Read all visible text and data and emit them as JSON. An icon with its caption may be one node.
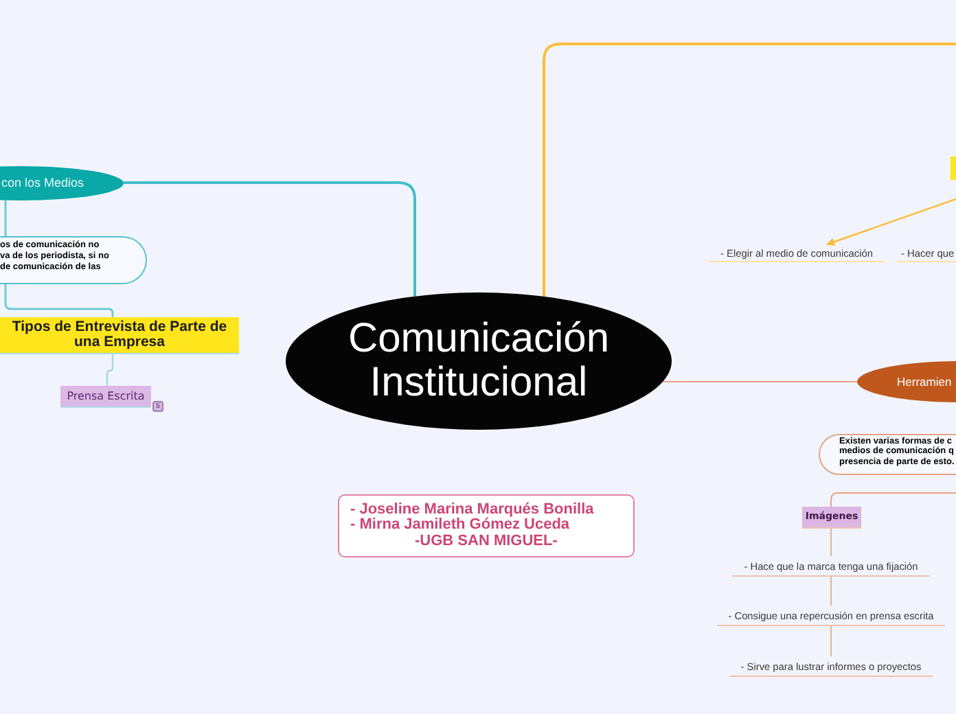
{
  "diagram": {
    "nodes": [
      {
        "text": [
          "Comunicación Institucional"
        ]
      },
      {
        "text": [
          "con los Medios"
        ]
      },
      {
        "text": [
          "os de comunicación no va de los periodista, si no de comunicación de las"
        ]
      },
      {
        "text": [
          "Tipos de Entrevista de Parte de una Empresa"
        ]
      },
      {
        "text": [
          "Prensa Escrita"
        ],
        "beside": [
          "5"
        ]
      },
      {
        "text": [],
        "shape": "box"
      },
      {
        "text": [
          "- Elegir al medio de comunicación"
        ]
      },
      {
        "text": [
          "- Hacer que"
        ]
      },
      {
        "text": [
          "Herramien"
        ]
      },
      {
        "text": [
          "Existen varias formas de c medios de comunicación q presencia de parte de esto."
        ]
      },
      {
        "text": [
          "Imágenes"
        ]
      },
      {
        "text": [
          "- Hace que la marca tenga una fijación"
        ]
      },
      {
        "text": [
          "- Consigue una repercusión en prensa escrita"
        ]
      },
      {
        "text": [
          "- Sirve para lustrar informes o proyectos"
        ]
      },
      {
        "text": [
          "- Joseline Marina Marqués Bonilla",
          "- Mirna Jamileth Gómez Uceda",
          "-UGB SAN MIGUEL-"
        ]
      }
    ],
    "edges": [
      {
        "from": 0,
        "to": 1,
        "arrow": "none",
        "color": "#43bec8"
      },
      {
        "from": 1,
        "to": 2,
        "arrow": "none",
        "color": "#6fcad2"
      },
      {
        "from": 2,
        "to": 3,
        "arrow": "none",
        "color": "#6fcad2"
      },
      {
        "from": 3,
        "to": 4,
        "arrow": "none",
        "color": "#a6d9df"
      },
      {
        "from": 0,
        "to": null,
        "arrow": "none",
        "color": "#fbbd38"
      },
      {
        "from": null,
        "to": 6,
        "arrow": "to",
        "color": "#fbbd38"
      },
      {
        "from": 0,
        "to": 8,
        "arrow": "none",
        "color": "#e9a27f"
      },
      {
        "from": null,
        "to": 10,
        "arrow": "none",
        "color": "#e9a27f"
      },
      {
        "from": 10,
        "to": 11,
        "arrow": "none",
        "color": "#e9b094"
      },
      {
        "from": 11,
        "to": 12,
        "arrow": "none",
        "color": "#e9b094"
      },
      {
        "from": 12,
        "to": 13,
        "arrow": "none",
        "color": "#e9b094"
      }
    ]
  }
}
